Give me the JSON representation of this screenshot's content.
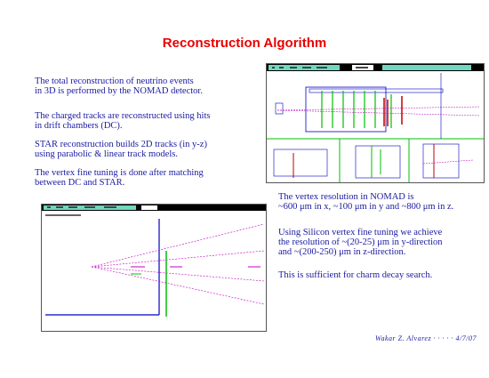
{
  "title": "Reconstruction Algorithm",
  "left_text": [
    {
      "lines": [
        "The total reconstruction of neutrino events",
        "in 3D is performed by the NOMAD detector."
      ]
    },
    {
      "lines": [
        "The charged tracks are reconstructed using hits",
        "in drift chambers (DC)."
      ]
    },
    {
      "lines": [
        "STAR reconstruction builds 2D tracks (in y-z)",
        "using parabolic & linear track models."
      ]
    },
    {
      "lines": [
        "The vertex fine tuning is done after matching",
        "between DC and STAR."
      ]
    }
  ],
  "right_text": [
    {
      "lines": [
        "The vertex resolution in NOMAD is",
        "~600 μm in x, ~100 μm in y and ~800 μm in z."
      ]
    },
    {
      "lines": [
        "Using Silicon vertex fine tuning we achieve",
        "the resolution of ~(20-25) μm in y-direction",
        "and ~(200-250) μm in z-direction."
      ]
    },
    {
      "lines": [
        "This is sufficient for charm decay search."
      ]
    }
  ],
  "footer": "Wakar Z. Alvarez · · · · · 4/7/07",
  "colors": {
    "title": "#e80000",
    "text": "#1a1aa0",
    "track_green": "#00c000",
    "track_magenta": "#c000c0",
    "detector_blue": "#0000c0",
    "menubar": "#000000",
    "menubar_highlight": "#70d8c0"
  }
}
